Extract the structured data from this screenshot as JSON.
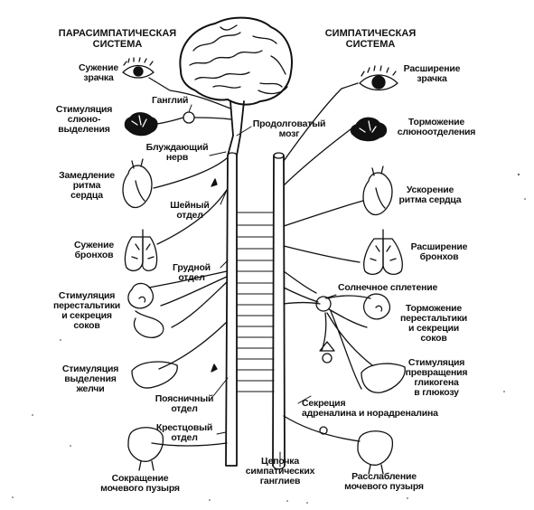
{
  "headers": {
    "parasympathetic": "ПАРАСИМПАТИЧЕСКАЯ\nСИСТЕМА",
    "sympathetic": "СИМПАТИЧЕСКАЯ\nСИСТЕМА"
  },
  "center": {
    "ganglion": "Ганглий",
    "medulla": "Продолговатый\nмозг",
    "vagus": "Блуждающий\nнерв",
    "cervical": "Шейный\nотдел",
    "thoracic": "Грудной\nотдел",
    "lumbar": "Поясничный\nотдел",
    "sacral": "Крестцовый\nотдел",
    "chain": "Цепочка\nсимпатических\nганглиев"
  },
  "para_effects": [
    "Сужение\nзрачка",
    "Стимуляция\nслюно-\nвыделения",
    "Замедление\nритма\nсердца",
    "Сужение\nбронхов",
    "Стимуляция\nперестальтики\nи секреция\nсоков",
    "Стимуляция\nвыделения\nжелчи",
    "Сокращение\nмочевого пузыря"
  ],
  "symp_effects": [
    "Расширение\nзрачка",
    "Торможение\nслюноотделения",
    "Ускорение\nритма сердца",
    "Расширение\nбронхов",
    "Солнечное сплетение",
    "Торможение\nперестальтики\nи секреции\nсоков",
    "Стимуляция\nпревращения\nгликогена\nв глюкозу",
    "Секреция\nадреналина и норадреналина",
    "Расслабление\nмочевого пузыря"
  ],
  "colors": {
    "ink": "#111111",
    "paper": "#ffffff"
  }
}
